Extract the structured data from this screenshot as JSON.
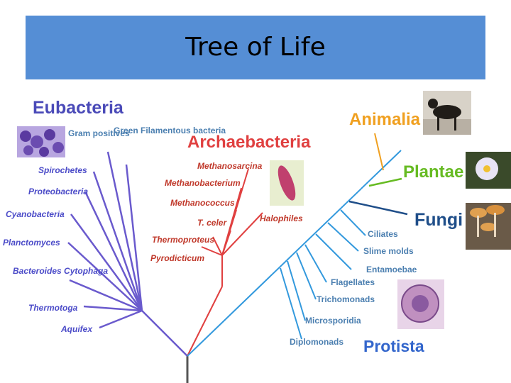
{
  "slide": {
    "title": "Tree of Life"
  },
  "colors": {
    "title_bar": "#558ed5",
    "eubacteria": "#6a5acd",
    "archaebacteria": "#e04040",
    "eukarya": "#3399dd",
    "animalia": "#f0a020",
    "plantae": "#66bb22",
    "fungi": "#1f4e89",
    "protista": "#3366cc"
  },
  "tree": {
    "eubacteria": {
      "label": "Eubacteria",
      "branches": [
        "Gram positives",
        "Green Filamentous bacteria",
        "Spirochetes",
        "Proteobacteria",
        "Cyanobacteria",
        "Planctomyces",
        "Bacteroides Cytophaga",
        "Thermotoga",
        "Aquifex"
      ]
    },
    "archaebacteria": {
      "label": "Archaebacteria",
      "branches": [
        "Methanosarcina",
        "Methanobacterium",
        "Methanococcus",
        "T. celer",
        "Thermoproteus",
        "Pyrodicticum",
        "Halophiles"
      ]
    },
    "eukarya": {
      "kingdoms": [
        "Animalia",
        "Plantae",
        "Fungi",
        "Protista"
      ],
      "protista_branches": [
        "Ciliates",
        "Slime molds",
        "Entamoebae",
        "Flagellates",
        "Trichomonads",
        "Microsporidia",
        "Diplomonads"
      ]
    }
  },
  "images": [
    "bacteria-cluster-image",
    "archaea-cell-image",
    "dog-image",
    "flower-image",
    "mushroom-image",
    "protist-cell-image"
  ]
}
